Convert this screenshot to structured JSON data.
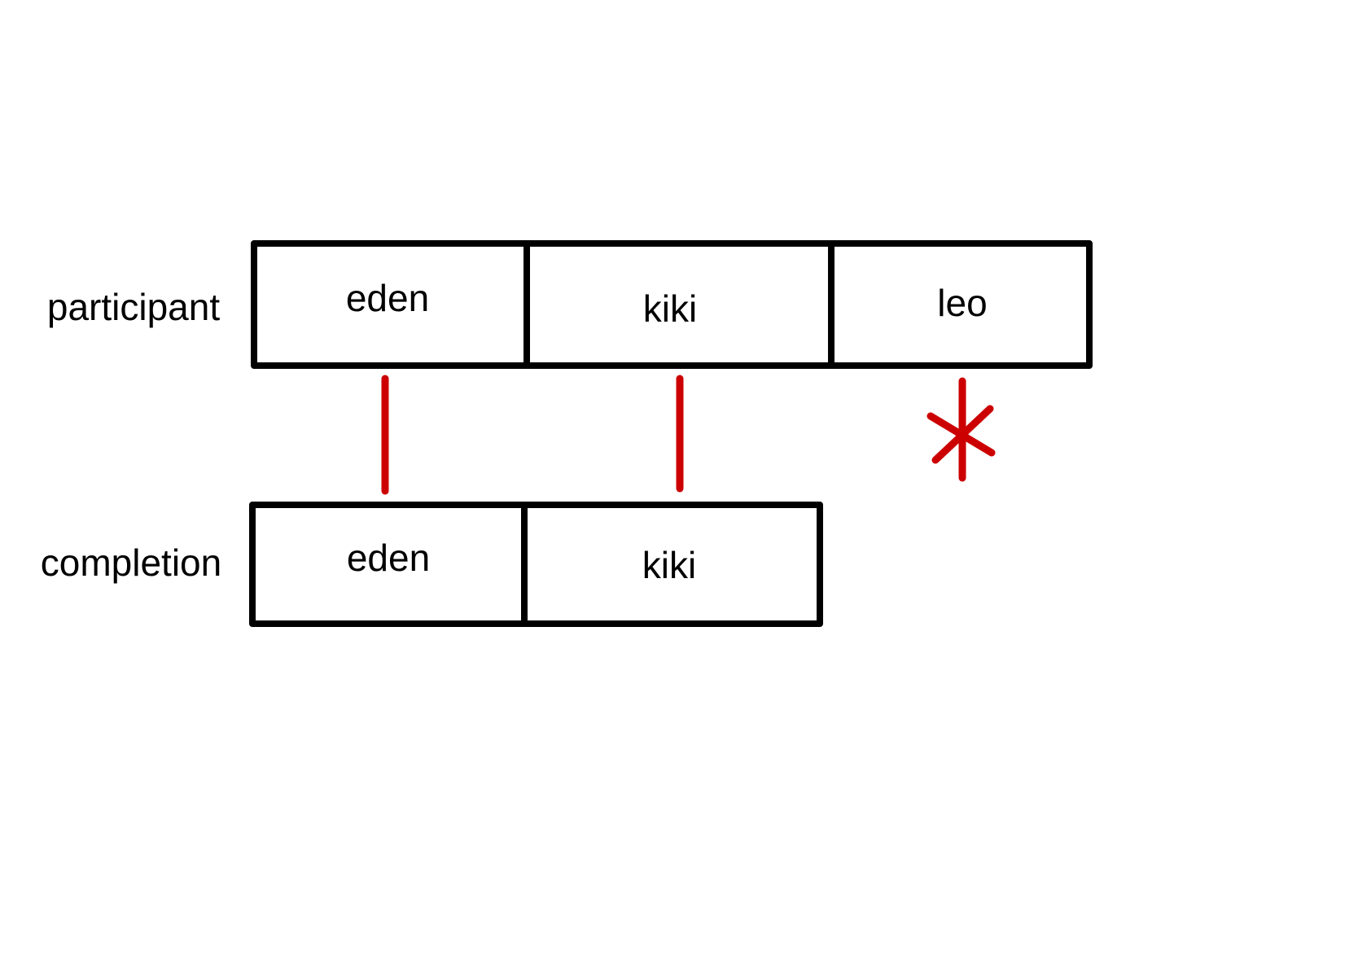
{
  "colors": {
    "background": "#ffffff",
    "box_stroke": "#000000",
    "link": "#cc0000"
  },
  "rows": [
    {
      "label": "participant",
      "cells": [
        "eden",
        "kiki",
        "leo"
      ]
    },
    {
      "label": "completion",
      "cells": [
        "eden",
        "kiki"
      ]
    }
  ],
  "links": [
    {
      "participant": "eden",
      "completion": "eden",
      "kind": "line"
    },
    {
      "participant": "kiki",
      "completion": "kiki",
      "kind": "line"
    },
    {
      "participant": "leo",
      "completion": null,
      "kind": "asterisk"
    }
  ]
}
